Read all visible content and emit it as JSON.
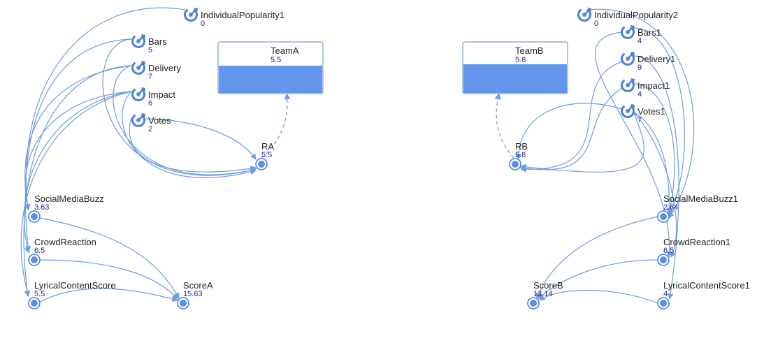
{
  "colors": {
    "edge": "#6f9be0",
    "node_fill": "#5a8fe6",
    "node_ring": "#4d7fd6",
    "team_bar": "#6495ed",
    "team_border": "#7a9fd8",
    "value_text": "#1a1aa6"
  },
  "icons": {
    "input_node": "refresh-gauge-icon",
    "output_node": "circle-target-icon"
  },
  "nodes": {
    "IndividualPopularity1": {
      "label": "IndividualPopularity1",
      "value": "0"
    },
    "Bars": {
      "label": "Bars",
      "value": "5"
    },
    "Delivery": {
      "label": "Delivery",
      "value": "7"
    },
    "Impact": {
      "label": "Impact",
      "value": "6"
    },
    "Votes": {
      "label": "Votes",
      "value": "2"
    },
    "RA": {
      "label": "RA",
      "value": "5.5"
    },
    "SocialMediaBuzz": {
      "label": "SocialMediaBuzz",
      "value": "3.63"
    },
    "CrowdReaction": {
      "label": "CrowdReaction",
      "value": "6.5"
    },
    "LyricalContentScore": {
      "label": "LyricalContentScore",
      "value": "5.5"
    },
    "ScoreA": {
      "label": "ScoreA",
      "value": "15.63"
    },
    "IndividualPopularity2": {
      "label": "IndividualPopularity2",
      "value": "0"
    },
    "Bars1": {
      "label": "Bars1",
      "value": "4"
    },
    "Delivery1": {
      "label": "Delivery1",
      "value": "9"
    },
    "Impact1": {
      "label": "Impact1",
      "value": "4"
    },
    "Votes1": {
      "label": "Votes1",
      "value": "7"
    },
    "RB": {
      "label": "RB",
      "value": "5.8"
    },
    "SocialMediaBuzz1": {
      "label": "SocialMediaBuzz1",
      "value": "2.64"
    },
    "CrowdReaction1": {
      "label": "CrowdReaction1",
      "value": "6.5"
    },
    "LyricalContentScore1": {
      "label": "LyricalContentScore1",
      "value": "4"
    },
    "ScoreB": {
      "label": "ScoreB",
      "value": "13.14"
    }
  },
  "teams": {
    "TeamA": {
      "label": "TeamA",
      "value": "5.5",
      "level": 0.55
    },
    "TeamB": {
      "label": "TeamB",
      "value": "5.8",
      "level": 0.58
    }
  }
}
